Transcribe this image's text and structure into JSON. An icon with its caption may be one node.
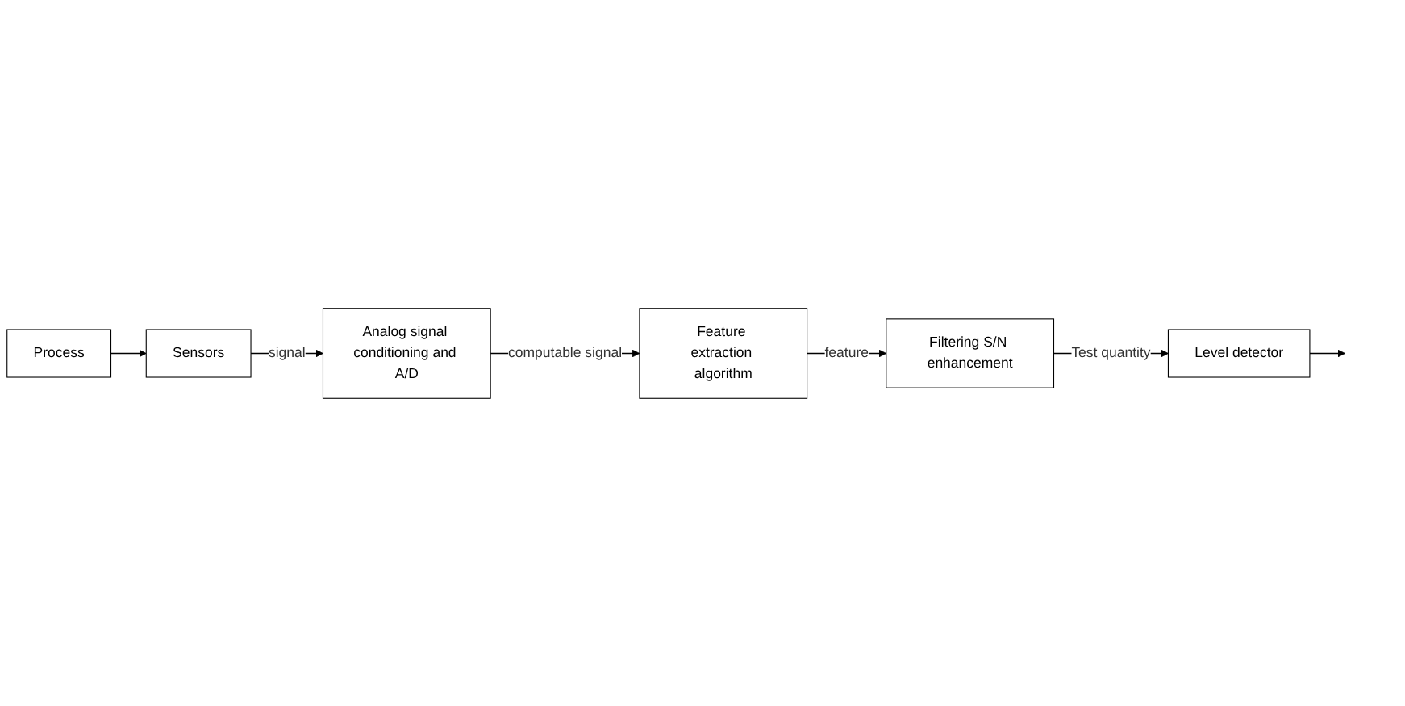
{
  "diagram": {
    "nodes": [
      {
        "text": [
          "Process"
        ]
      },
      {
        "text": [
          "Sensors"
        ]
      },
      {
        "text": [
          "Analog signal conditioning and A/D"
        ]
      },
      {
        "text": [
          "Feature extraction algorithm"
        ]
      },
      {
        "text": [
          "Filtering S/N enhancement"
        ]
      },
      {
        "text": [
          "Level detector"
        ]
      }
    ],
    "edges": [
      {
        "from": 0,
        "to": 1,
        "arrow": "to"
      },
      {
        "from": 1,
        "to": 2,
        "label": "signal",
        "arrow": "to"
      },
      {
        "from": 2,
        "to": 3,
        "label": "computable signal",
        "arrow": "to"
      },
      {
        "from": 3,
        "to": 4,
        "label": "feature",
        "arrow": "to"
      },
      {
        "from": 4,
        "to": 5,
        "label": "Test quantity",
        "arrow": "to"
      },
      {
        "from": 5,
        "to": null,
        "arrow": "to"
      }
    ]
  }
}
